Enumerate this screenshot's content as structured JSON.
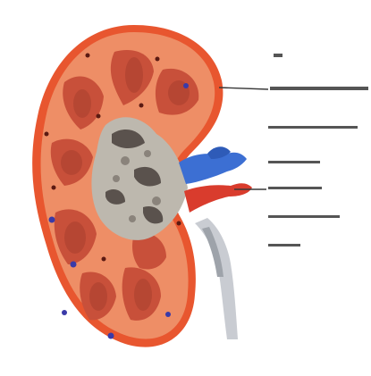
{
  "diagram": {
    "subject": "kidney-cross-section",
    "colors": {
      "cortex": "#ee8e66",
      "capsule": "#e8562f",
      "pyramid": "#c8503a",
      "pyramid_dark": "#a83f2e",
      "pelvis": "#bdb8ae",
      "pelvis_dark": "#5a524d",
      "renal_vein": "#3c6fd3",
      "renal_artery": "#d93c2d",
      "ureter": "#c9ccd2",
      "calyx_dot": "#3a3aa8",
      "leader_line": "#3a3a3a"
    },
    "labels": [
      {
        "id": "label-1",
        "text": ""
      },
      {
        "id": "label-2",
        "text": ""
      },
      {
        "id": "label-3",
        "text": ""
      },
      {
        "id": "label-4",
        "text": ""
      },
      {
        "id": "label-5",
        "text": ""
      },
      {
        "id": "label-6",
        "text": ""
      },
      {
        "id": "label-7",
        "text": ""
      }
    ]
  }
}
